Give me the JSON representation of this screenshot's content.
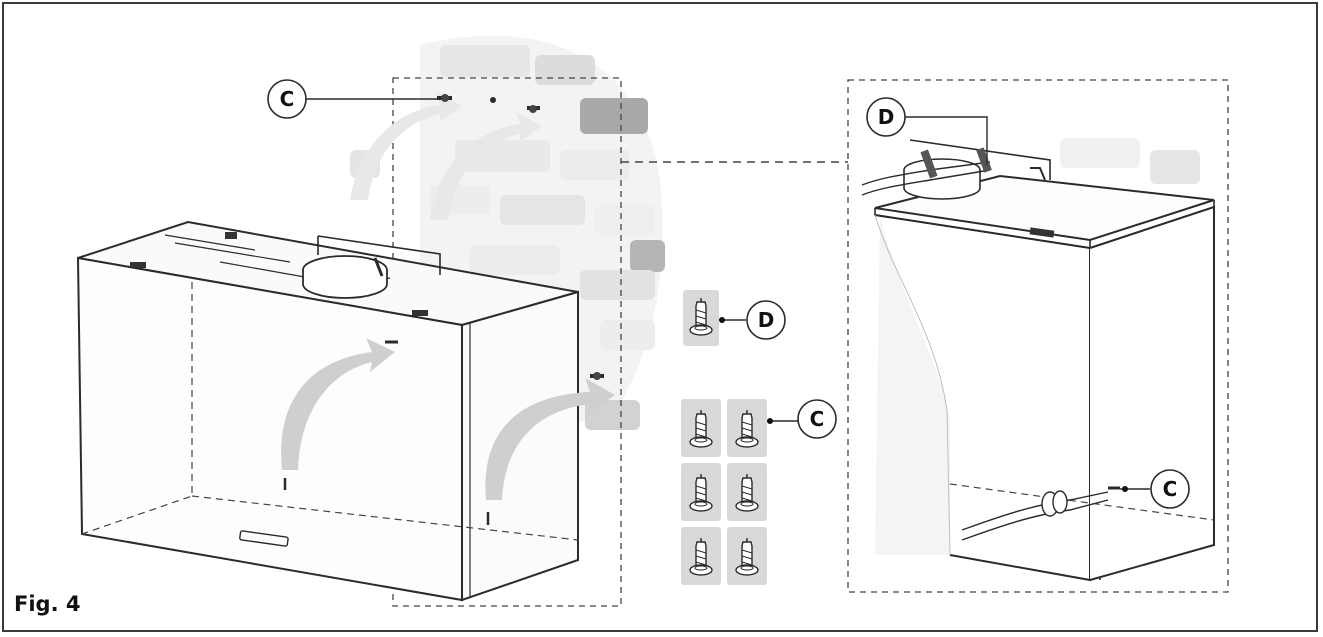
{
  "figure": {
    "label": "Fig. 4"
  },
  "callouts": {
    "wall_screws": "C",
    "bracket_screw_right": "D",
    "kit_screw_d": "D",
    "kit_screws_c": "C",
    "bottom_screw_right": "C"
  },
  "parts_kit": {
    "d_count": 1,
    "c_count": 6
  },
  "colors": {
    "line": "#2b2b2b",
    "arrow": "#cfcfcf",
    "brick_light": "#e6e6e6",
    "brick_dark": "#a9a9a9",
    "screw_tile": "#d9d9d9"
  }
}
